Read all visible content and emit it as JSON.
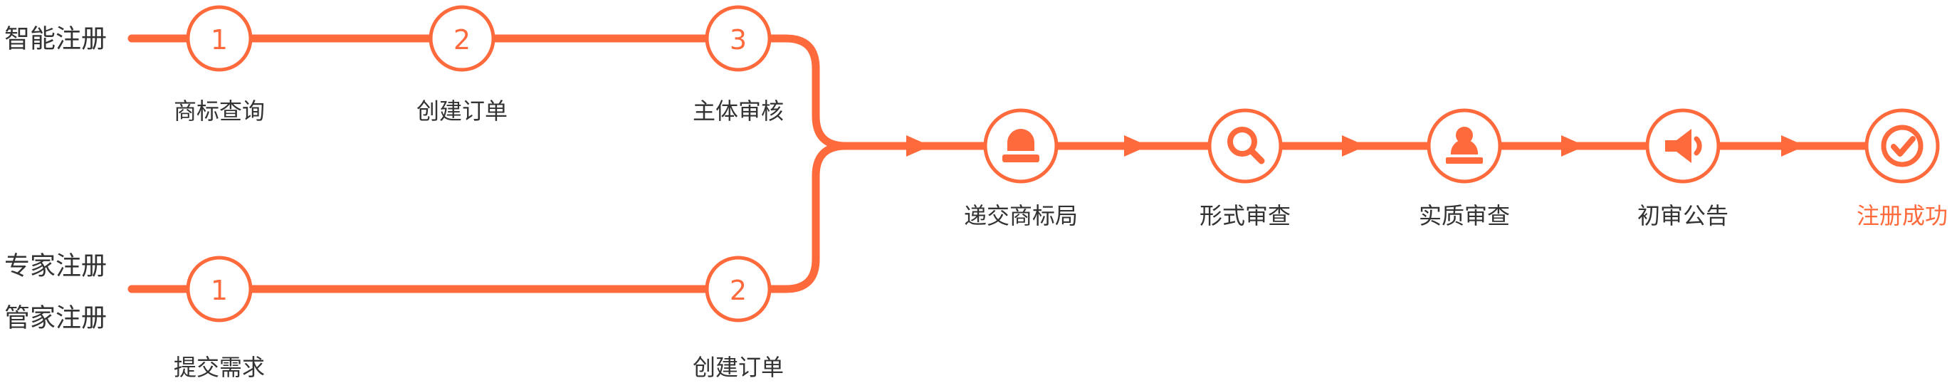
{
  "colors": {
    "accent": "#FF6A3C",
    "text": "#333333",
    "background": "#FFFFFF"
  },
  "tracks": {
    "smart": {
      "label": "智能注册",
      "steps": [
        {
          "num": "1",
          "label": "商标查询"
        },
        {
          "num": "2",
          "label": "创建订单"
        },
        {
          "num": "3",
          "label": "主体审核"
        }
      ]
    },
    "assisted": {
      "labels": [
        "专家注册",
        "管家注册"
      ],
      "steps": [
        {
          "num": "1",
          "label": "提交需求"
        },
        {
          "num": "2",
          "label": "创建订单"
        }
      ]
    }
  },
  "main_flow": {
    "steps": [
      {
        "icon": "stamp-icon",
        "label": "递交商标局"
      },
      {
        "icon": "magnifier-icon",
        "label": "形式审查"
      },
      {
        "icon": "examiner-icon",
        "label": "实质审查"
      },
      {
        "icon": "megaphone-icon",
        "label": "初审公告"
      },
      {
        "icon": "check-icon",
        "label": "注册成功",
        "highlight": true
      }
    ]
  }
}
